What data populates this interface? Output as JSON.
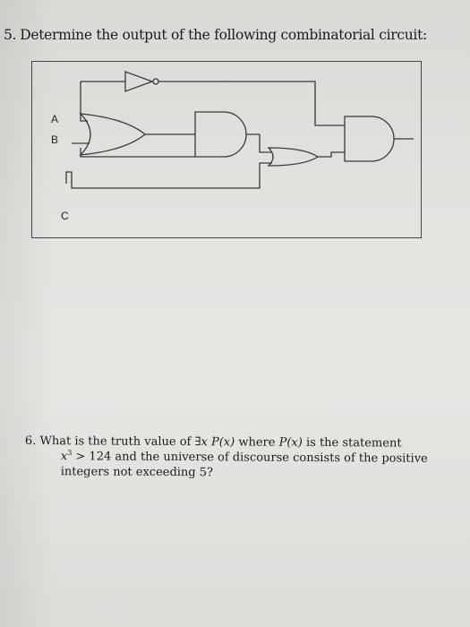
{
  "question5": {
    "number": "5.",
    "text": "Determine the output of the following combinatorial circuit:"
  },
  "circuit": {
    "inputs": [
      "A",
      "B",
      "C"
    ],
    "gates": [
      "not-gate",
      "or-gate",
      "and-gate",
      "or-gate",
      "and-gate"
    ]
  },
  "question6": {
    "number": "6.",
    "text_a": "What is the truth value of",
    "quantifier": "∃x P(x)",
    "text_b": "where",
    "pred": "P(x)",
    "text_c": "is the statement",
    "expr_base": "x",
    "expr_exp": "3",
    "expr_rest": "> 124 and the universe of discourse consists of the positive",
    "line3": "integers not exceeding 5?"
  }
}
